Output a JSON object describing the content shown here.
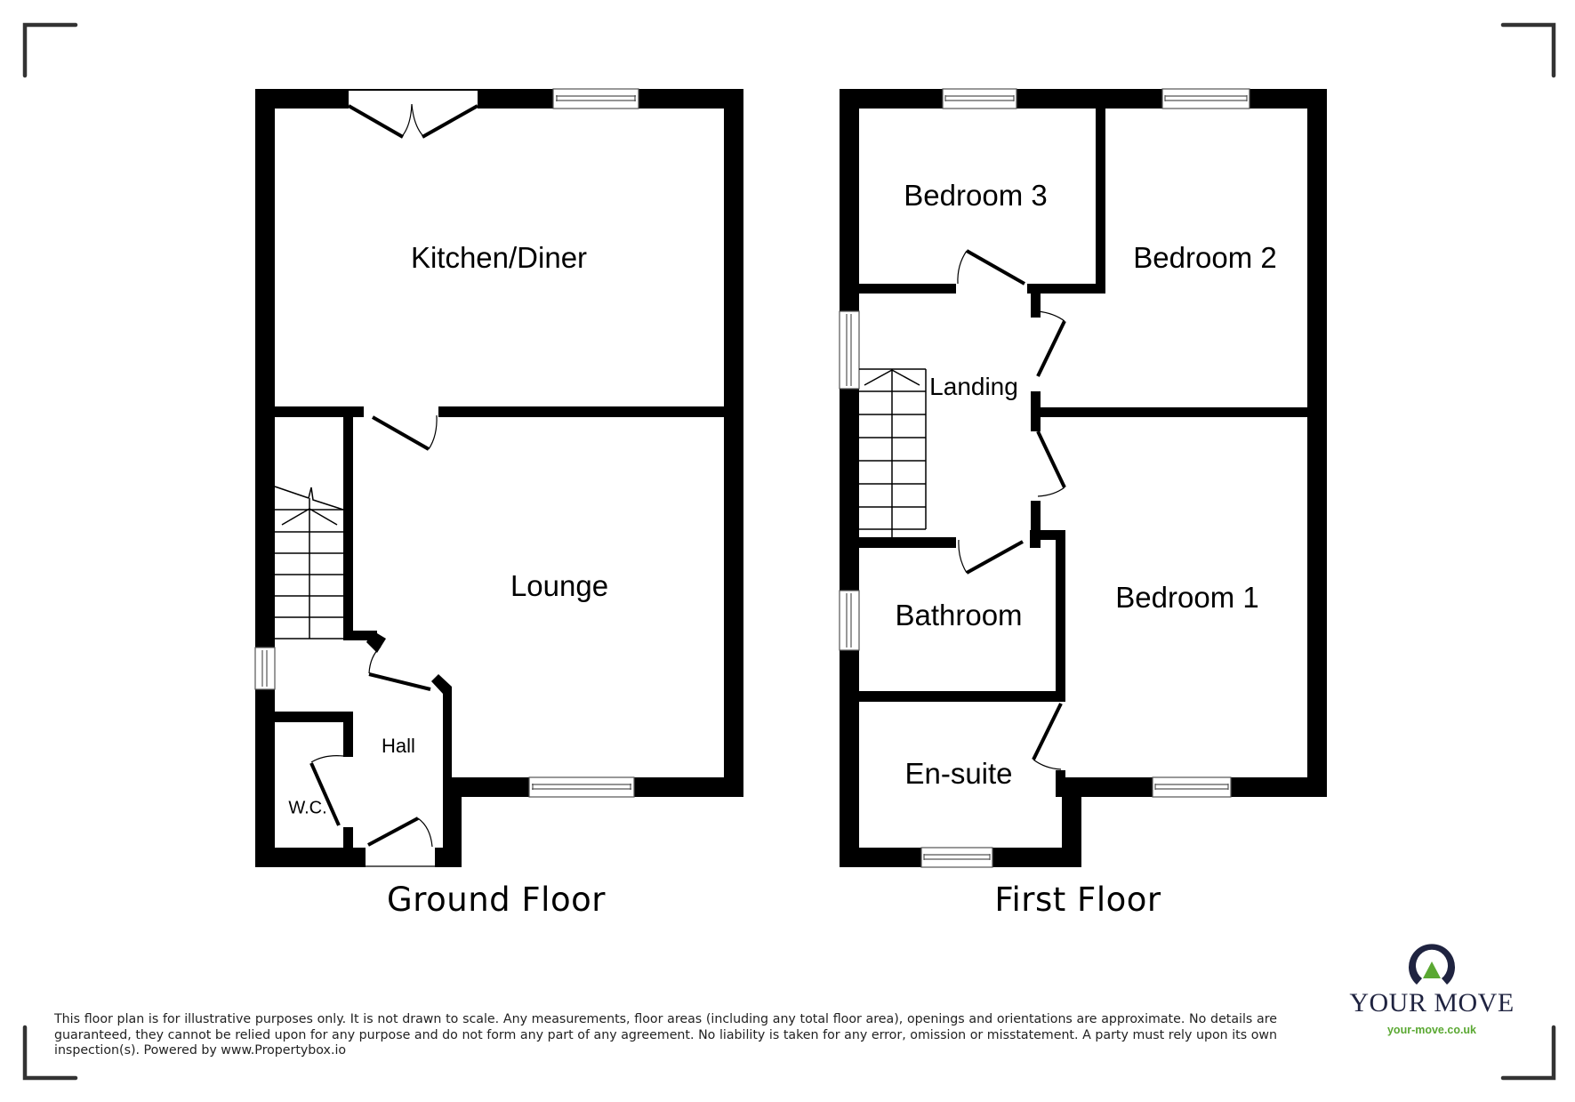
{
  "ground_floor": {
    "title": "Ground Floor",
    "rooms": [
      {
        "name": "Kitchen/Diner"
      },
      {
        "name": "Lounge"
      },
      {
        "name": "Hall"
      },
      {
        "name": "W.C."
      }
    ]
  },
  "first_floor": {
    "title": "First Floor",
    "rooms": [
      {
        "name": "Bedroom 3"
      },
      {
        "name": "Bedroom 2"
      },
      {
        "name": "Landing"
      },
      {
        "name": "Bathroom"
      },
      {
        "name": "Bedroom 1"
      },
      {
        "name": "En-suite"
      }
    ]
  },
  "disclaimer": "This floor plan is for illustrative purposes only. It is not drawn to scale. Any measurements, floor areas (including any total floor area), openings and orientations are approximate. No details are guaranteed, they cannot be relied upon for any purpose and do not form any part of any agreement. No liability is taken for any error, omission or misstatement. A party must rely upon its own inspection(s). Powered by www.Propertybox.io",
  "logo": {
    "name": "YOUR MOVE",
    "url": "your-move.co.uk",
    "colors": {
      "navy": "#1f2340",
      "green": "#5aa832"
    }
  },
  "colors": {
    "wall": "#000000",
    "corner_mark": "#333333",
    "window_stroke": "#555555"
  }
}
